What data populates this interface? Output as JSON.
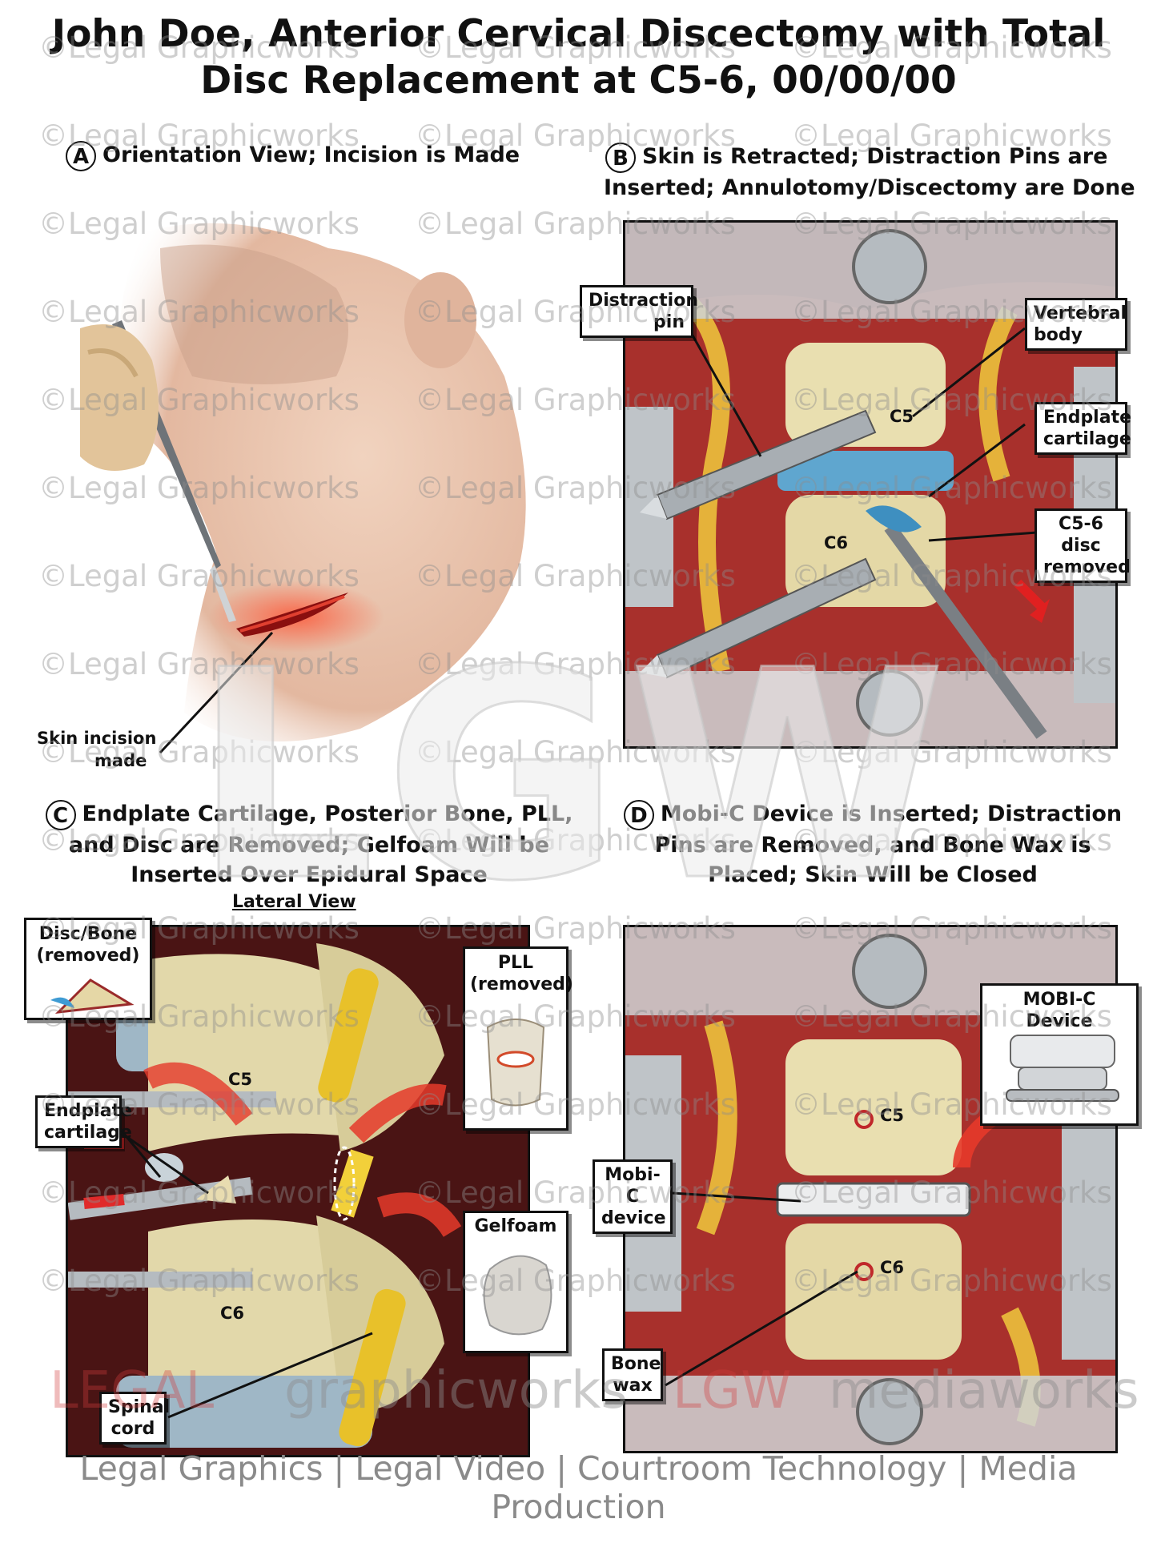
{
  "title": {
    "line1": "John Doe, Anterior Cervical Discectomy with Total",
    "line2": "Disc Replacement at C5-6, 00/00/00"
  },
  "watermark": "©Legal Graphicworks",
  "big_watermark": "LGW",
  "panels": {
    "a": {
      "letter": "A",
      "caption": "Orientation View; Incision is Made",
      "labels": {
        "incision": [
          "Skin incision",
          "made"
        ]
      }
    },
    "b": {
      "letter": "B",
      "caption_line1": "Skin is Retracted; Distraction Pins are",
      "caption_line2": "Inserted; Annulotomy/Discectomy are Done",
      "labels": {
        "distraction_pin": [
          "Distraction",
          "pin"
        ],
        "vertebral_body": [
          "Vertebral",
          "body"
        ],
        "endplate_cartilage": [
          "Endplate",
          "cartilage"
        ],
        "disc_removed": [
          "C5-6 disc",
          "removed"
        ],
        "c5": "C5",
        "c6": "C6"
      }
    },
    "c": {
      "letter": "C",
      "caption_line1": "Endplate Cartilage, Posterior Bone, PLL,",
      "caption_line2": "and Disc are Removed; Gelfoam Will be",
      "caption_line3": "Inserted Over Epidural Space",
      "subtitle": "Lateral View",
      "labels": {
        "disc_bone": [
          "Disc/Bone",
          "(removed)"
        ],
        "pll": [
          "PLL",
          "(removed)"
        ],
        "endplate": [
          "Endplate",
          "cartilage"
        ],
        "gelfoam": "Gelfoam",
        "spinal_cord": [
          "Spinal",
          "cord"
        ],
        "c5": "C5",
        "c6": "C6"
      }
    },
    "d": {
      "letter": "D",
      "caption_line1": "Mobi-C Device is Inserted; Distraction",
      "caption_line2": "Pins are Removed, and Bone Wax is",
      "caption_line3": "Placed; Skin Will be Closed",
      "labels": {
        "mobi_c_device_box": "MOBI-C Device",
        "mobi_c": [
          "Mobi-C",
          "device"
        ],
        "bone_wax": [
          "Bone",
          "wax"
        ],
        "c5": "C5",
        "c6": "C6"
      }
    }
  },
  "branding": {
    "legal": "LEGAL",
    "graphicworks": "graphicworks",
    "lgw": "LGW",
    "mediaworks": "mediaworks"
  },
  "footer": "Legal Graphics | Legal Video | Courtroom Technology | Media Production",
  "colors": {
    "tissue_red": "#b8262a",
    "bone": "#e8dfb0",
    "disc_blue": "#5fa6cf",
    "metal": "#9aa0a6",
    "yellow_fat": "#e0b030"
  }
}
